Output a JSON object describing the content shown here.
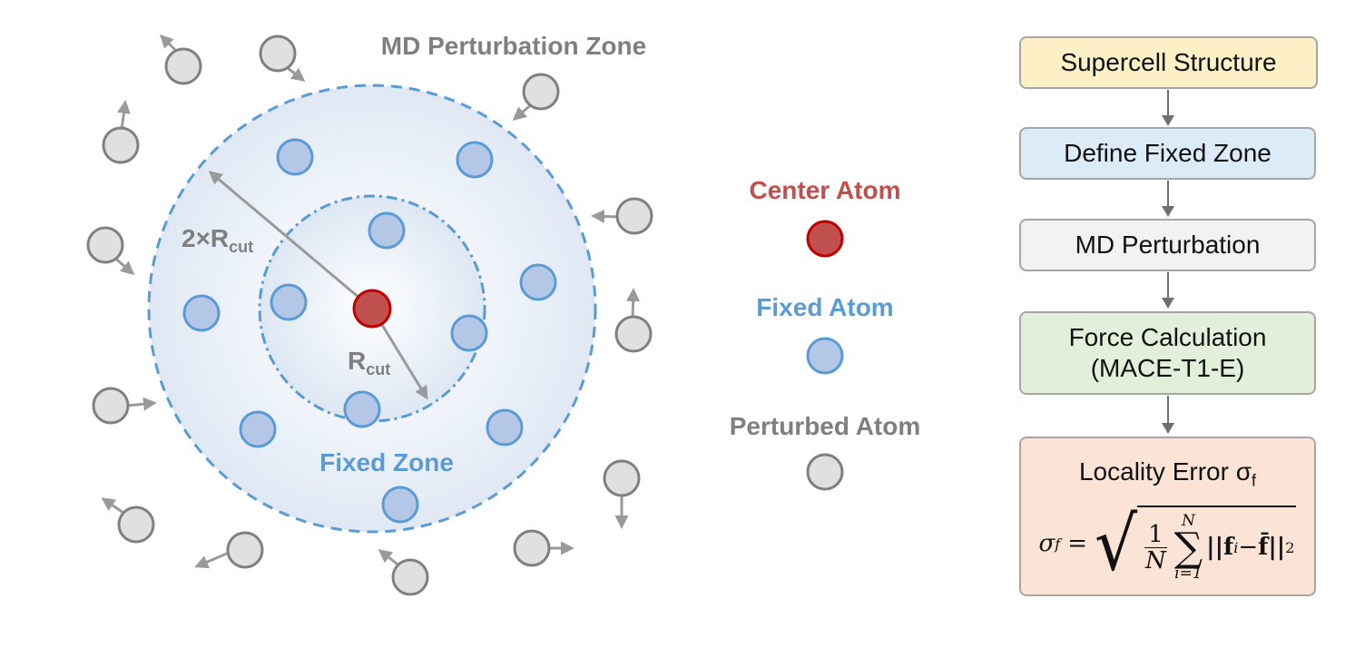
{
  "diagram": {
    "zone_outer_label": "MD Perturbation Zone",
    "zone_inner_label": "Fixed Zone",
    "outer_radius_label": {
      "prefix": "2×R",
      "sub": "cut"
    },
    "inner_radius_label": {
      "prefix": "R",
      "sub": "cut"
    }
  },
  "legend": {
    "center": "Center Atom",
    "fixed": "Fixed Atom",
    "perturbed": "Perturbed Atom"
  },
  "flowchart": {
    "steps": [
      {
        "label": "Supercell Structure",
        "color": "#fdf0c6"
      },
      {
        "label": "Define Fixed Zone",
        "color": "#ddebf7"
      },
      {
        "label": "MD Perturbation",
        "color": "#f2f2f2"
      },
      {
        "label": "Force Calculation",
        "label2": "(MACE-T1-E)",
        "color": "#e2efda"
      },
      {
        "label": "Locality Error σ",
        "label_sub": "f",
        "color": "#fbe3d6"
      }
    ],
    "formula": {
      "lhs": "σ",
      "lhs_sub": "f",
      "eq": "=",
      "frac_num": "1",
      "frac_den": "N",
      "sum_top": "N",
      "sum_bottom": "i=1",
      "term": "||f",
      "term_sub": "i",
      "minus": " − ",
      "term2": "f̄||",
      "power": "2"
    }
  },
  "colors": {
    "center": "#c0504d",
    "fixed": "#5b9bd5",
    "perturbed": "#808080",
    "center_label": "#c0504d",
    "fixed_label": "#5b9bd5",
    "perturbed_label": "#7f7f7f",
    "zone_label": "#7f7f7f"
  }
}
